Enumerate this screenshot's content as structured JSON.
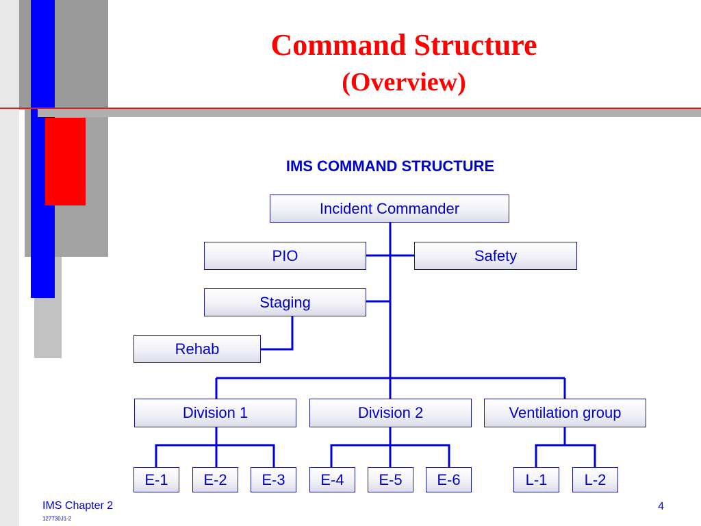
{
  "slide": {
    "title": "Command Structure",
    "subtitle": "(Overview)",
    "footer_title": "IMS Chapter 2",
    "footer_code": "127730J1-2",
    "page_number": "4"
  },
  "diagram": {
    "title": "IMS COMMAND STRUCTURE",
    "nodes": {
      "incident_commander": "Incident Commander",
      "pio": "PIO",
      "safety": "Safety",
      "staging": "Staging",
      "rehab": "Rehab",
      "division_1": "Division 1",
      "division_2": "Division 2",
      "ventilation_group": "Ventilation group",
      "e1": "E-1",
      "e2": "E-2",
      "e3": "E-3",
      "e4": "E-4",
      "e5": "E-5",
      "e6": "E-6",
      "l1": "L-1",
      "l2": "L-2"
    }
  },
  "colors": {
    "title_red": "#ff0000",
    "text_blue": "#0000cc",
    "connector_blue": "#0000dd",
    "deco_blue": "#0000ff",
    "deco_red": "#ff0000",
    "deco_gray": "#999999"
  }
}
